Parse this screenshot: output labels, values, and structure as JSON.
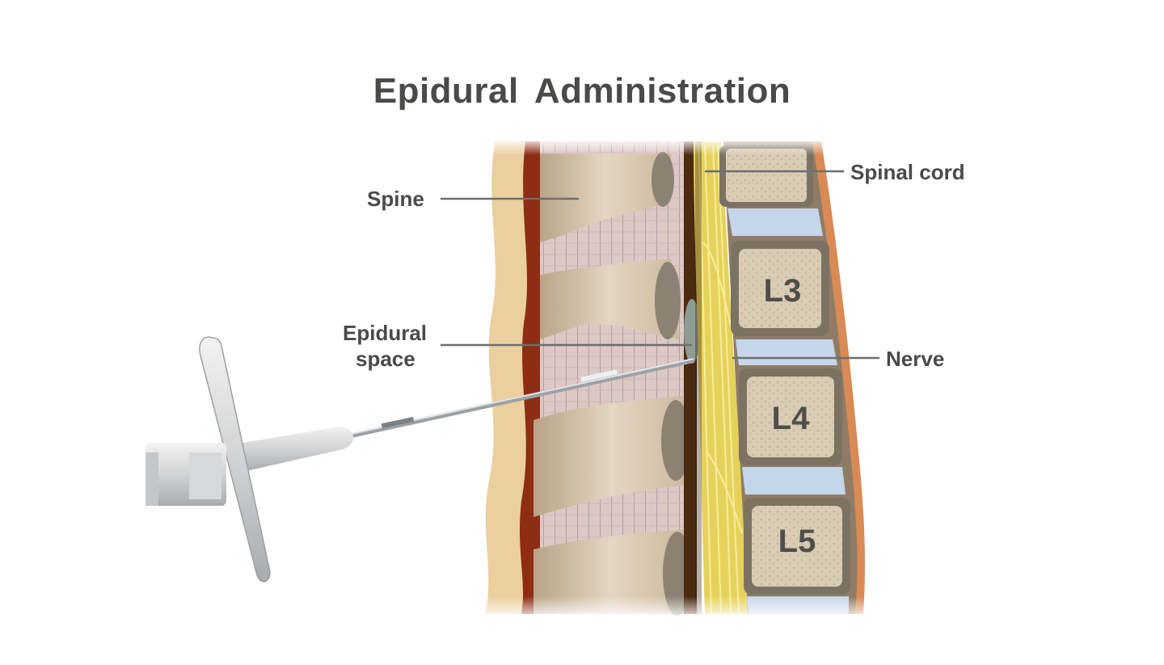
{
  "diagram": {
    "title": "Epidural Administration",
    "labels": {
      "spine": "Spine",
      "spinal_cord": "Spinal cord",
      "epidural_space_line1": "Epidural",
      "epidural_space_line2": "space",
      "nerve": "Nerve"
    },
    "vertebrae": [
      "L3",
      "L4",
      "L5"
    ]
  },
  "colors": {
    "background": "#ffffff",
    "label_text": "#4a4a48",
    "leader_line": "#6e6e6e",
    "skin": "#e8c99b",
    "muscle": "#8c2a12",
    "bone": "#d8c7ae",
    "bone_marrow": "#8a8070",
    "ligament": "#c9b4bb",
    "cord": "#e9d45a",
    "disc": "#c9d9ec",
    "needle": "#bfc1c4"
  }
}
